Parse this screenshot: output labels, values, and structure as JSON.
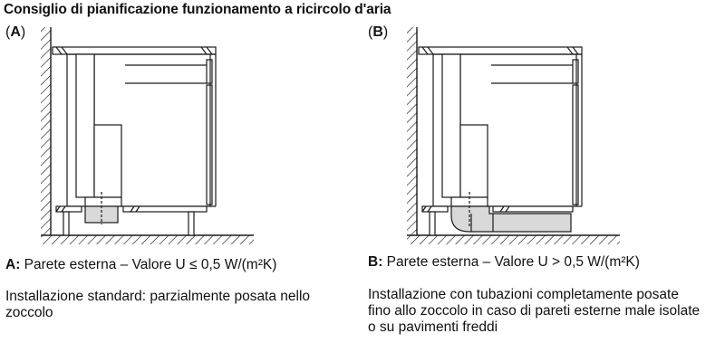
{
  "title": "Consiglio di pianificazione funzionamento a ricircolo d'aria",
  "panels": [
    {
      "tag_open": "(",
      "tag_letter": "A",
      "tag_close": ")",
      "caption_key": "A:",
      "caption_text": " Parete esterna – Valore U ≤ 0,5 W/(m²K)",
      "description": "Installazione standard: parzialmente posata nello zoccolo"
    },
    {
      "tag_open": "(",
      "tag_letter": "B",
      "tag_close": ")",
      "caption_key": "B:",
      "caption_text": " Parete esterna – Valore U > 0,5 W/(m²K)",
      "description": "Installazione con tubazioni completamente posate fino allo zoccolo in caso di pareti esterne male isolate o su pavimenti freddi"
    }
  ],
  "colors": {
    "line": "#1a1a1a",
    "duct_fill": "#d9d9d9",
    "background": "#ffffff"
  }
}
